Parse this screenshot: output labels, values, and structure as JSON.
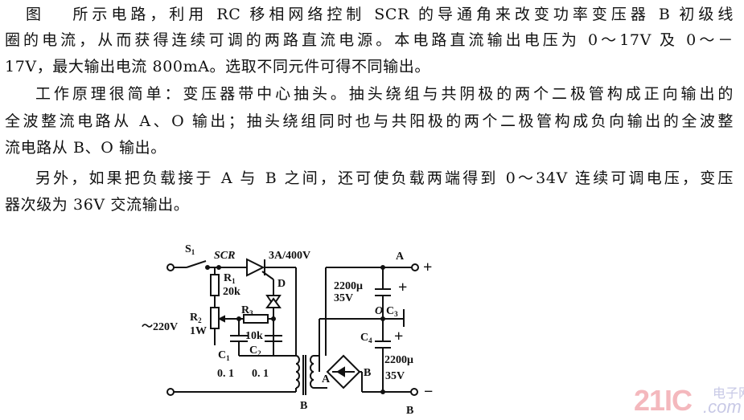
{
  "paragraphs": {
    "p1": [
      {
        "fig": "图",
        "text": "所示电路，利用 RC 移相网络控制 SCR 的导通角来改变功率变压器 B 初级线"
      },
      {
        "text": "圈的电流，从而获得连续可调的两路直流电源。本电路直流输出电压为 0～17V 及 0～－"
      },
      {
        "text": "17V，最大输出电流 800mA。选取不同元件可得不同输出。"
      }
    ],
    "p2": [
      {
        "text": "工作原理很简单：变压器带中心抽头。抽头绕组与共阴极的两个二极管构成正向输出的"
      },
      {
        "text": "全波整流电路从 A、O 输出；抽头绕组同时也与共阳极的两个二极管构成负向输出的全波整"
      },
      {
        "text": "流电路从 B、O 输出。"
      }
    ],
    "p3": [
      {
        "text": "另外，如果把负载接于 A 与 B 之间，还可使负载两端得到 0～34V 连续可调电压，变压"
      },
      {
        "text": "器次级为 36V 交流输出。"
      }
    ]
  },
  "circuit": {
    "s1": "S",
    "s1_sub": "1",
    "scr": "SCR",
    "scr_rating": "3A/400V",
    "d": "D",
    "r1": "R",
    "r1_sub": "1",
    "r1_val": "20k",
    "r2": "R",
    "r2_sub": "2",
    "r2_val": "1W",
    "r3": "R",
    "r3_sub": "3",
    "r3_val": "10k",
    "ac_in": "～220V",
    "c1": "C",
    "c1_sub": "1",
    "c1_val": "0. 1",
    "c2": "C",
    "c2_sub": "2",
    "c2_val": "0. 1",
    "transformer": "B",
    "bridge_a": "A",
    "bridge_b": "B",
    "c3": "C",
    "c3_sub": "3",
    "c3_val": "2200μ",
    "c3_volt": "35V",
    "c4": "C",
    "c4_sub": "4",
    "c4_val": "2200μ",
    "c4_volt": "35V",
    "node_o": "O",
    "out_a": "A",
    "out_b": "B",
    "plus": "+",
    "minus": "−"
  },
  "watermark": {
    "brand": "21IC",
    "cn": "电子网",
    "domain": ".com"
  }
}
